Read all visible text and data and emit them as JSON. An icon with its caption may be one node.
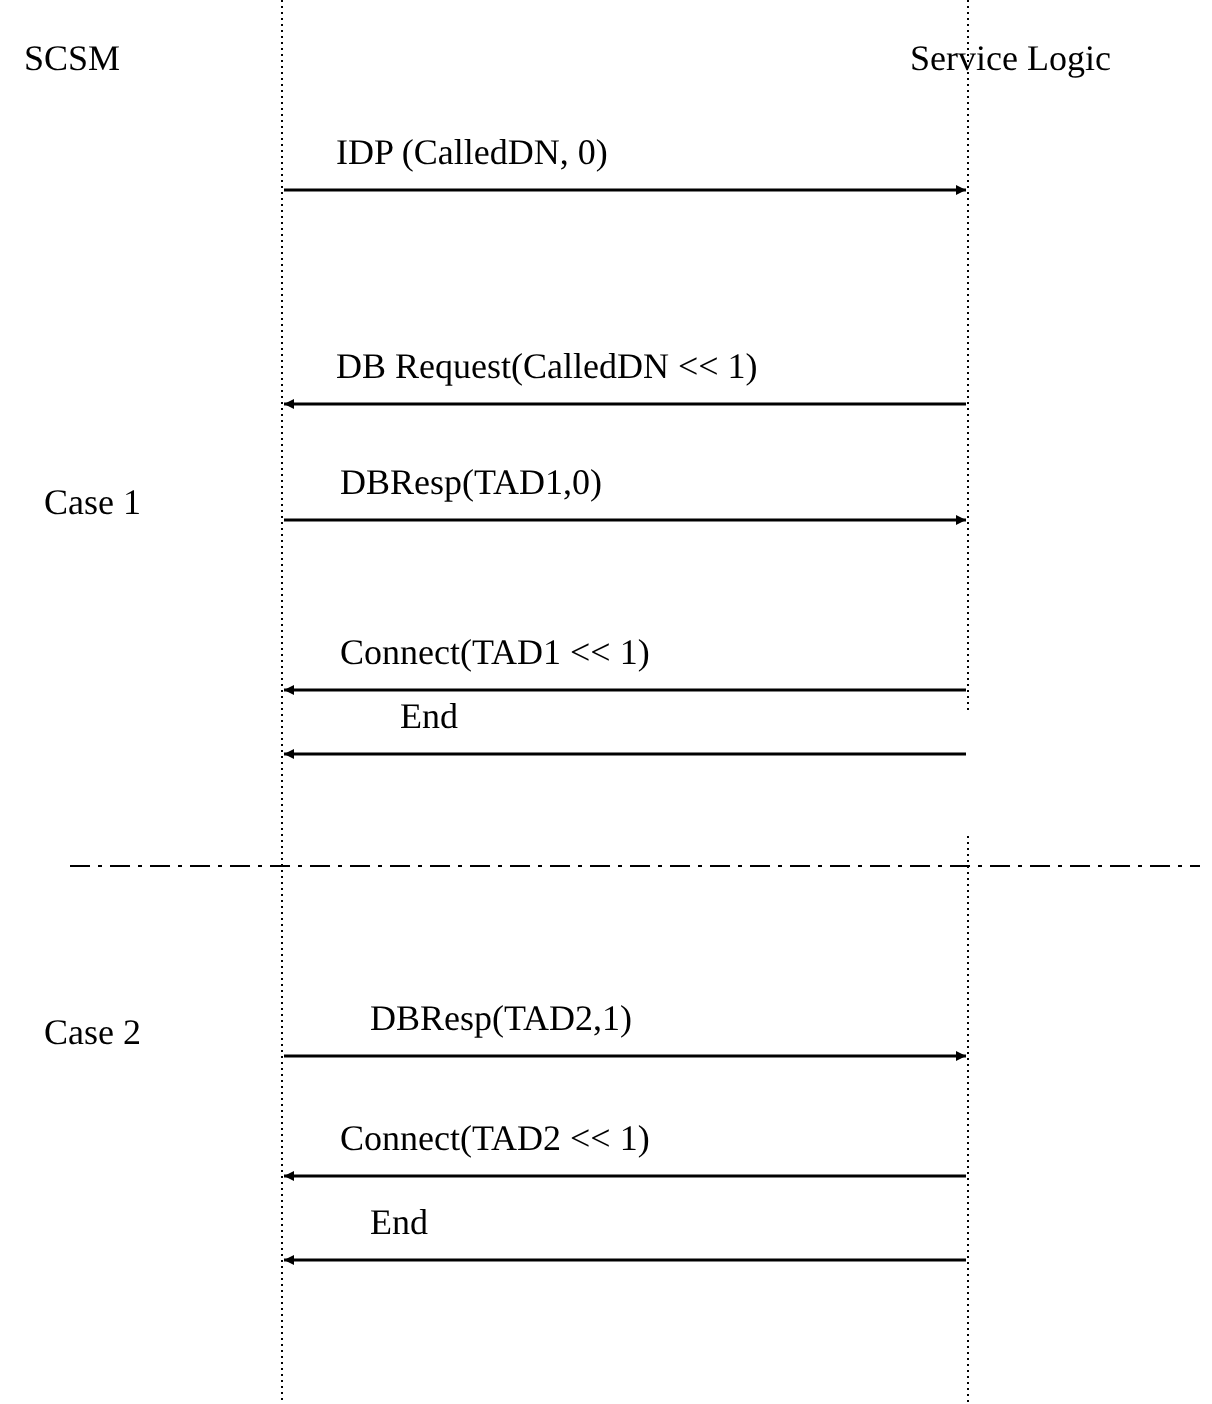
{
  "diagram": {
    "nodes": [
      {
        "text": [
          "SCSM"
        ]
      },
      {
        "text": [
          "Service Logic"
        ]
      }
    ],
    "edges": [
      {
        "from": 0,
        "to": 1,
        "arrow": "to",
        "label": "IDP (CalledDN, 0)"
      },
      {
        "from": 1,
        "to": 0,
        "arrow": "to",
        "label": "DB Request(CalledDN << 1)"
      },
      {
        "from": 0,
        "to": 1,
        "arrow": "to",
        "label": "DBResp(TAD1,0)"
      },
      {
        "from": 1,
        "to": 0,
        "arrow": "to",
        "label": "Connect(TAD1 << 1)"
      },
      {
        "from": 1,
        "to": 0,
        "arrow": "to",
        "label": "End"
      },
      {
        "from": 0,
        "to": 1,
        "arrow": "to",
        "label": "DBResp(TAD2,1)"
      },
      {
        "from": 1,
        "to": 0,
        "arrow": "to",
        "label": "Connect(TAD2 << 1)"
      },
      {
        "from": 1,
        "to": 0,
        "arrow": "to",
        "label": "End"
      }
    ],
    "labels": [
      "Case 1",
      "Case 2"
    ]
  }
}
